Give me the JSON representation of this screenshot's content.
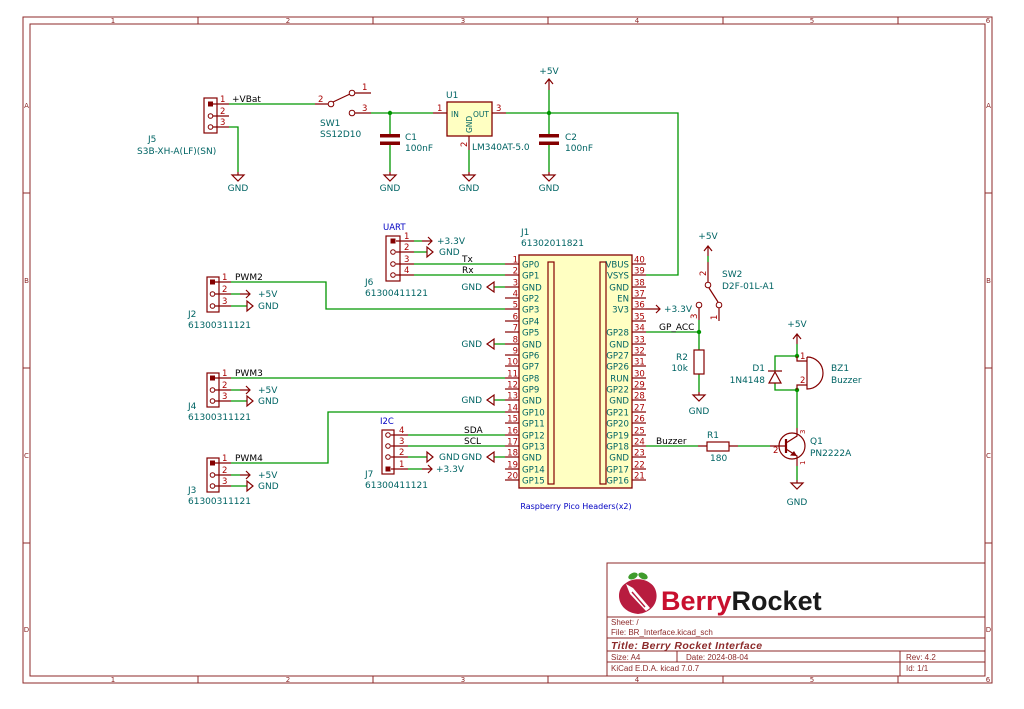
{
  "frame": {
    "columns": [
      "1",
      "2",
      "3",
      "4",
      "5",
      "6"
    ],
    "rows": [
      "A",
      "B",
      "C",
      "D"
    ]
  },
  "power": {
    "gnd": "GND",
    "vcc5": "+5V",
    "vcc33": "+3.3V"
  },
  "nets": {
    "vbat": "+VBat",
    "tx": "Tx",
    "rx": "Rx",
    "pwm2": "PWM2",
    "pwm3": "PWM3",
    "pwm4": "PWM4",
    "sda": "SDA",
    "scl": "SCL",
    "gp_acc": "GP_ACC",
    "buzzer": "Buzzer"
  },
  "groups": {
    "uart": "UART",
    "i2c": "I2C"
  },
  "components": {
    "J5": {
      "ref": "J5",
      "value": "S3B-XH-A(LF)(SN)",
      "pins": [
        "1",
        "2",
        "3"
      ]
    },
    "SW1": {
      "ref": "SW1",
      "value": "SS12D10",
      "pins": [
        "1",
        "2",
        "3"
      ]
    },
    "C1": {
      "ref": "C1",
      "value": "100nF"
    },
    "U1": {
      "ref": "U1",
      "value": "LM340AT-5.0",
      "pin_names": [
        "IN",
        "GND",
        "OUT"
      ],
      "pins": [
        "1",
        "2",
        "3"
      ]
    },
    "C2": {
      "ref": "C2",
      "value": "100nF"
    },
    "J6": {
      "ref": "J6",
      "value": "61300411121",
      "pins": [
        "1",
        "2",
        "3",
        "4"
      ]
    },
    "J1": {
      "ref": "J1",
      "value": "61302011821",
      "caption": "Raspberry Pico Headers(x2)",
      "left_pins": [
        {
          "num": "1",
          "name": "GP0"
        },
        {
          "num": "2",
          "name": "GP1"
        },
        {
          "num": "3",
          "name": "GND"
        },
        {
          "num": "4",
          "name": "GP2"
        },
        {
          "num": "5",
          "name": "GP3"
        },
        {
          "num": "6",
          "name": "GP4"
        },
        {
          "num": "7",
          "name": "GP5"
        },
        {
          "num": "8",
          "name": "GND"
        },
        {
          "num": "9",
          "name": "GP6"
        },
        {
          "num": "10",
          "name": "GP7"
        },
        {
          "num": "11",
          "name": "GP8"
        },
        {
          "num": "12",
          "name": "GP9"
        },
        {
          "num": "13",
          "name": "GND"
        },
        {
          "num": "14",
          "name": "GP10"
        },
        {
          "num": "15",
          "name": "GP11"
        },
        {
          "num": "16",
          "name": "GP12"
        },
        {
          "num": "17",
          "name": "GP13"
        },
        {
          "num": "18",
          "name": "GND"
        },
        {
          "num": "19",
          "name": "GP14"
        },
        {
          "num": "20",
          "name": "GP15"
        }
      ],
      "right_pins": [
        {
          "num": "40",
          "name": "VBUS"
        },
        {
          "num": "39",
          "name": "VSYS"
        },
        {
          "num": "38",
          "name": "GND"
        },
        {
          "num": "37",
          "name": "EN"
        },
        {
          "num": "36",
          "name": "3V3"
        },
        {
          "num": "35",
          "name": ""
        },
        {
          "num": "34",
          "name": "GP28"
        },
        {
          "num": "33",
          "name": "GND"
        },
        {
          "num": "32",
          "name": "GP27"
        },
        {
          "num": "31",
          "name": "GP26"
        },
        {
          "num": "30",
          "name": "RUN"
        },
        {
          "num": "29",
          "name": "GP22"
        },
        {
          "num": "28",
          "name": "GND"
        },
        {
          "num": "27",
          "name": "GP21"
        },
        {
          "num": "26",
          "name": "GP20"
        },
        {
          "num": "25",
          "name": "GP19"
        },
        {
          "num": "24",
          "name": "GP18"
        },
        {
          "num": "23",
          "name": "GND"
        },
        {
          "num": "22",
          "name": "GP17"
        },
        {
          "num": "21",
          "name": "GP16"
        }
      ]
    },
    "J2": {
      "ref": "J2",
      "value": "61300311121",
      "pins": [
        "1",
        "2",
        "3"
      ]
    },
    "J4": {
      "ref": "J4",
      "value": "61300311121",
      "pins": [
        "1",
        "2",
        "3"
      ]
    },
    "J3": {
      "ref": "J3",
      "value": "61300311121",
      "pins": [
        "1",
        "2",
        "3"
      ]
    },
    "J7": {
      "ref": "J7",
      "value": "61300411121",
      "pins": [
        "1",
        "2",
        "3",
        "4"
      ]
    },
    "SW2": {
      "ref": "SW2",
      "value": "D2F-01L-A1",
      "pins": [
        "1",
        "2",
        "3"
      ]
    },
    "R2": {
      "ref": "R2",
      "value": "10k"
    },
    "D1": {
      "ref": "D1",
      "value": "1N4148"
    },
    "BZ1": {
      "ref": "BZ1",
      "value": "Buzzer",
      "pins": [
        "1",
        "2"
      ]
    },
    "R1": {
      "ref": "R1",
      "value": "180"
    },
    "Q1": {
      "ref": "Q1",
      "value": "PN2222A",
      "pins": [
        "1",
        "2",
        "3"
      ]
    }
  },
  "title_block": {
    "brand_part1": "Berry",
    "brand_part2": "Rocket",
    "sheet": "Sheet: /",
    "file": "File: BR_Interface.kicad_sch",
    "title": "Title: Berry Rocket Interface",
    "size": "Size: A4",
    "date": "Date: 2024-08-04",
    "rev": "Rev: 4.2",
    "tool": "KiCad E.D.A.  kicad 7.0.7",
    "id": "Id: 1/1"
  },
  "colors": {
    "wire": "#009600",
    "pin": "#840000",
    "pin_number": "#a90000",
    "body_outline": "#840000",
    "body_fill": "#ffffc2",
    "text": "#006464",
    "group_text": "#0000c2",
    "frame": "#8c2a2a",
    "brand_red": "#c8102e",
    "brand_dark": "#1a1a1a"
  }
}
